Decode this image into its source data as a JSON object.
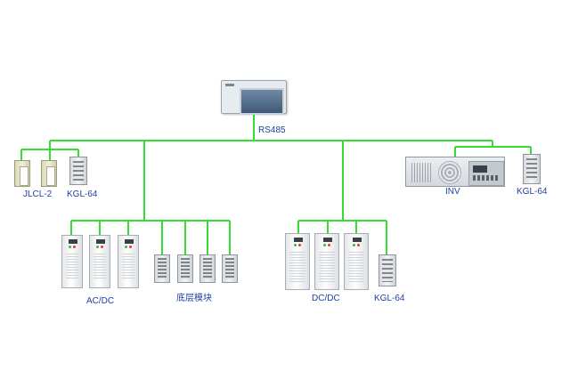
{
  "colors": {
    "bus_line": "#33dd33",
    "label": "#1f3fa3"
  },
  "labels": {
    "rs485": "RS485",
    "jlcl": "JLCL-2",
    "kgl_left": "KGL-64",
    "inv": "INV",
    "kgl_right": "KGL-64",
    "acdc": "AC/DC",
    "bottom_module": "底层模块",
    "dcdc": "DC/DC",
    "kgl_dcdc": "KGL-64"
  }
}
